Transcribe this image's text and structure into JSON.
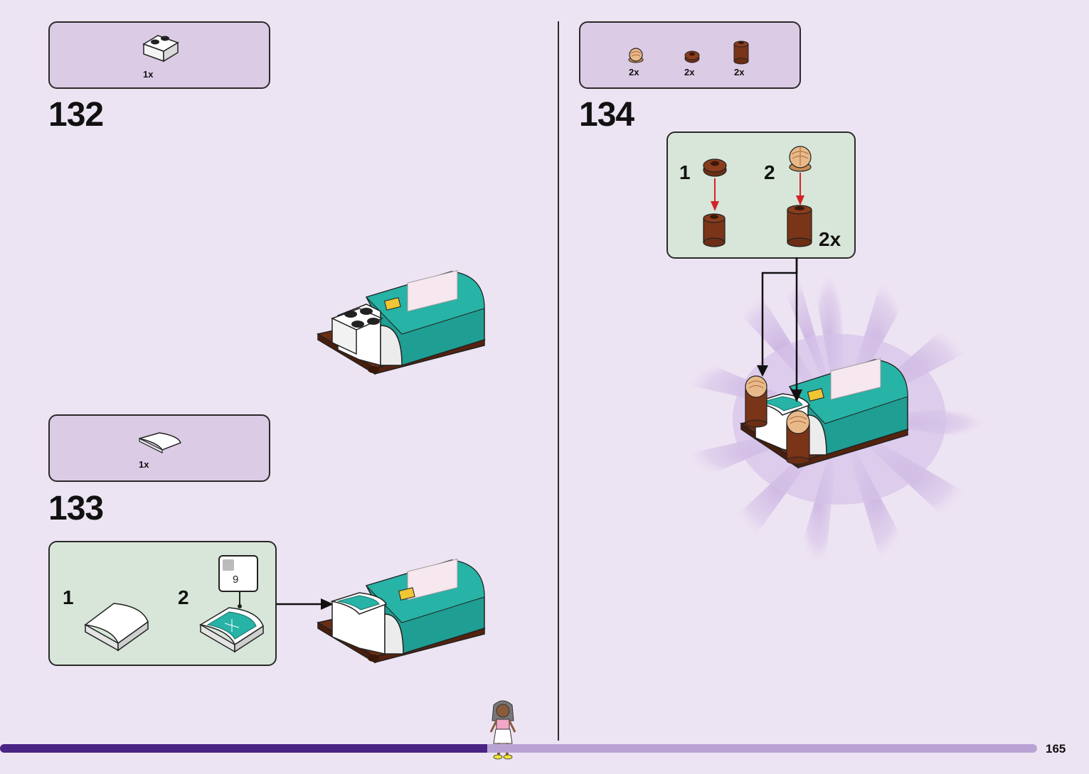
{
  "page": {
    "number": "165",
    "progress": 0.47
  },
  "colors": {
    "background": "#ede4f3",
    "parts_box": "#dccbe5",
    "sub_box": "#d7e6d8",
    "teal": "#1f9e93",
    "brown": "#6b2e14",
    "tan": "#e9b98a",
    "progress_done": "#4a2385",
    "progress_todo": "#b9a3d4",
    "arrow_red": "#d2232a"
  },
  "steps": [
    {
      "number": "132",
      "parts": [
        {
          "qty": "1x",
          "icon": "white-brick-1x2-icon"
        }
      ]
    },
    {
      "number": "133",
      "parts": [
        {
          "qty": "1x",
          "icon": "white-curved-slope-icon"
        }
      ],
      "sub_steps": [
        {
          "number": "1"
        },
        {
          "number": "2",
          "callout": "9"
        }
      ]
    },
    {
      "number": "134",
      "parts": [
        {
          "qty": "2x",
          "icon": "tan-knob-icon"
        },
        {
          "qty": "2x",
          "icon": "brown-round-plate-icon"
        },
        {
          "qty": "2x",
          "icon": "brown-round-brick-icon"
        }
      ],
      "sub_steps": [
        {
          "number": "1"
        },
        {
          "number": "2"
        }
      ],
      "sub_multiplier": "2x"
    }
  ]
}
